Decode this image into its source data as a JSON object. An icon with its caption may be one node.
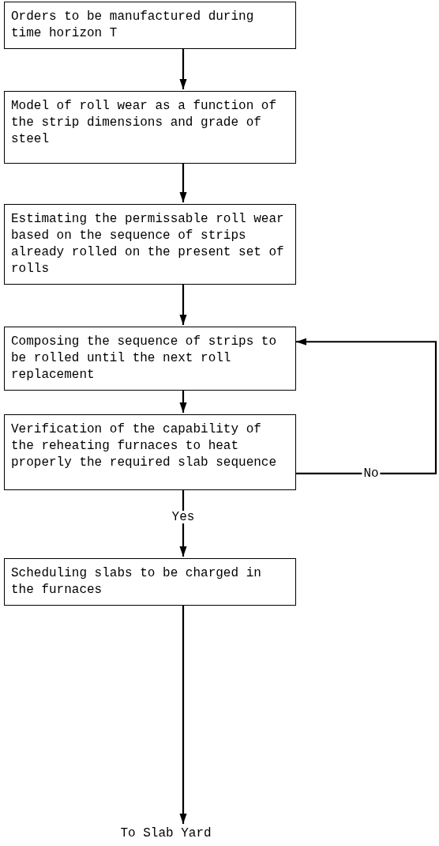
{
  "diagram": {
    "nodes": [
      {
        "text": [
          "Orders to be manufactured during time horizon T"
        ]
      },
      {
        "text": [
          "Model of roll wear as a function of the strip dimensions and grade of steel"
        ]
      },
      {
        "text": [
          "Estimating the permissable roll wear based on the sequence of strips already rolled on the present set of rolls"
        ]
      },
      {
        "text": [
          "Composing the sequence of strips to be rolled until the next roll replacement"
        ]
      },
      {
        "text": [
          "Verification of the capability of the reheating furnaces to heat properly the required slab sequence"
        ]
      },
      {
        "text": [
          "Scheduling slabs to be charged in the furnaces"
        ]
      },
      {
        "text": [
          "To Slab Yard"
        ]
      }
    ],
    "edges": [
      {
        "from": 0,
        "to": 1,
        "arrow": "to"
      },
      {
        "from": 1,
        "to": 2,
        "arrow": "to"
      },
      {
        "from": 2,
        "to": 3,
        "arrow": "to"
      },
      {
        "from": 3,
        "to": 4,
        "arrow": "to"
      },
      {
        "from": 4,
        "to": 5,
        "arrow": "to",
        "label": "Yes"
      },
      {
        "from": 4,
        "to": 3,
        "arrow": "to",
        "label": "No"
      },
      {
        "from": 5,
        "to": 6,
        "arrow": "to"
      }
    ]
  }
}
